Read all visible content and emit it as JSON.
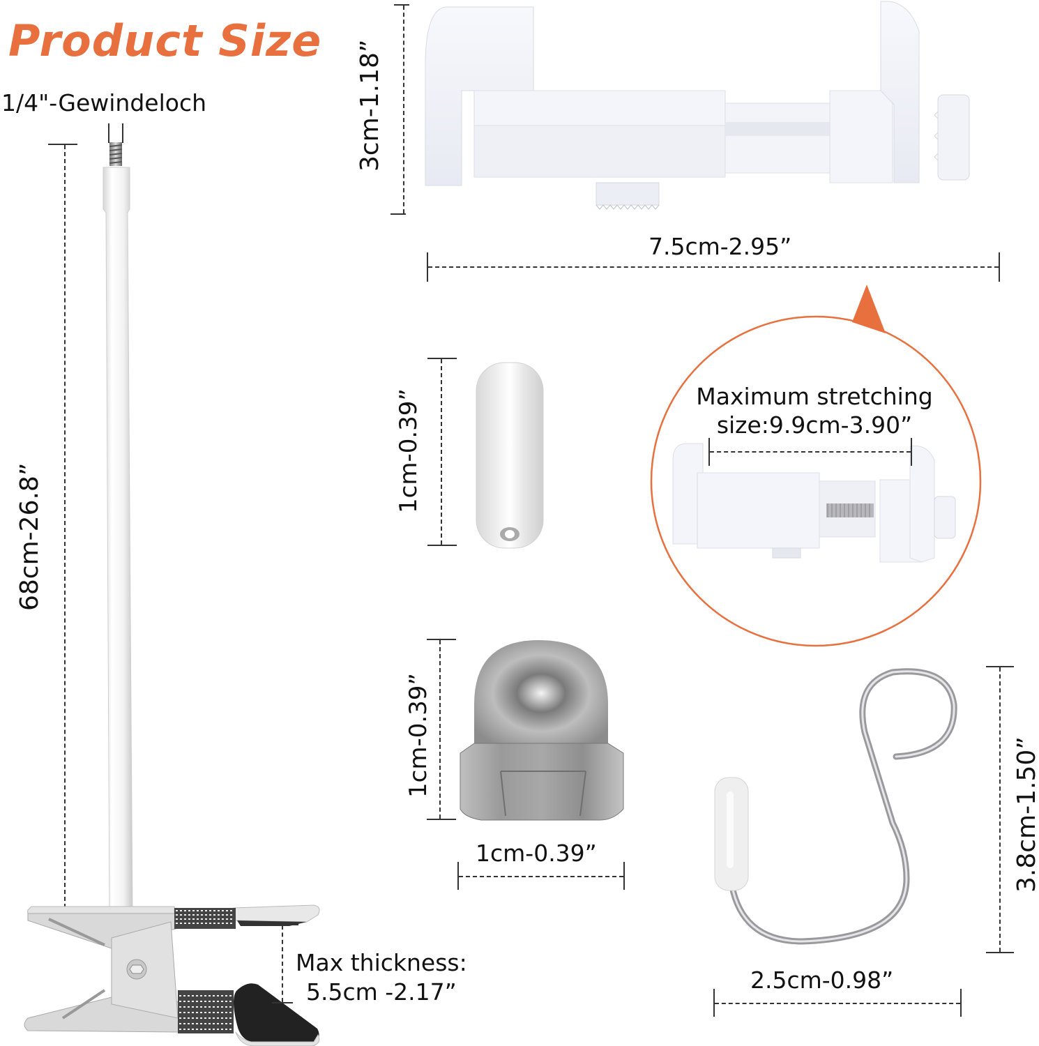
{
  "colors": {
    "accent": "#E8703F",
    "text": "#111111",
    "product_white": "#F4F5FA",
    "product_shadow": "#DCDFEA",
    "metal": "#B8B8BC",
    "dark_pad": "#222222"
  },
  "header": {
    "title": "Product Size"
  },
  "gooseneck": {
    "thread_label": "1/4\"-Gewindeloch",
    "length_label": "68cm-26.8”",
    "clamp_label_line1": "Max thickness:",
    "clamp_label_line2": "5.5cm -2.17”"
  },
  "phone_holder": {
    "height_label": "3cm-1.18”",
    "width_label": "7.5cm-2.95”"
  },
  "stretch_callout": {
    "line1": "Maximum stretching",
    "line2": "size:9.9cm-3.90”"
  },
  "rubber_cap": {
    "height_label": "1cm-0.39”"
  },
  "cap_nut": {
    "height_label": "1cm-0.39”",
    "width_label": "1cm-0.39”"
  },
  "s_hook": {
    "height_label": "3.8cm-1.50”",
    "width_label": "2.5cm-0.98”"
  }
}
